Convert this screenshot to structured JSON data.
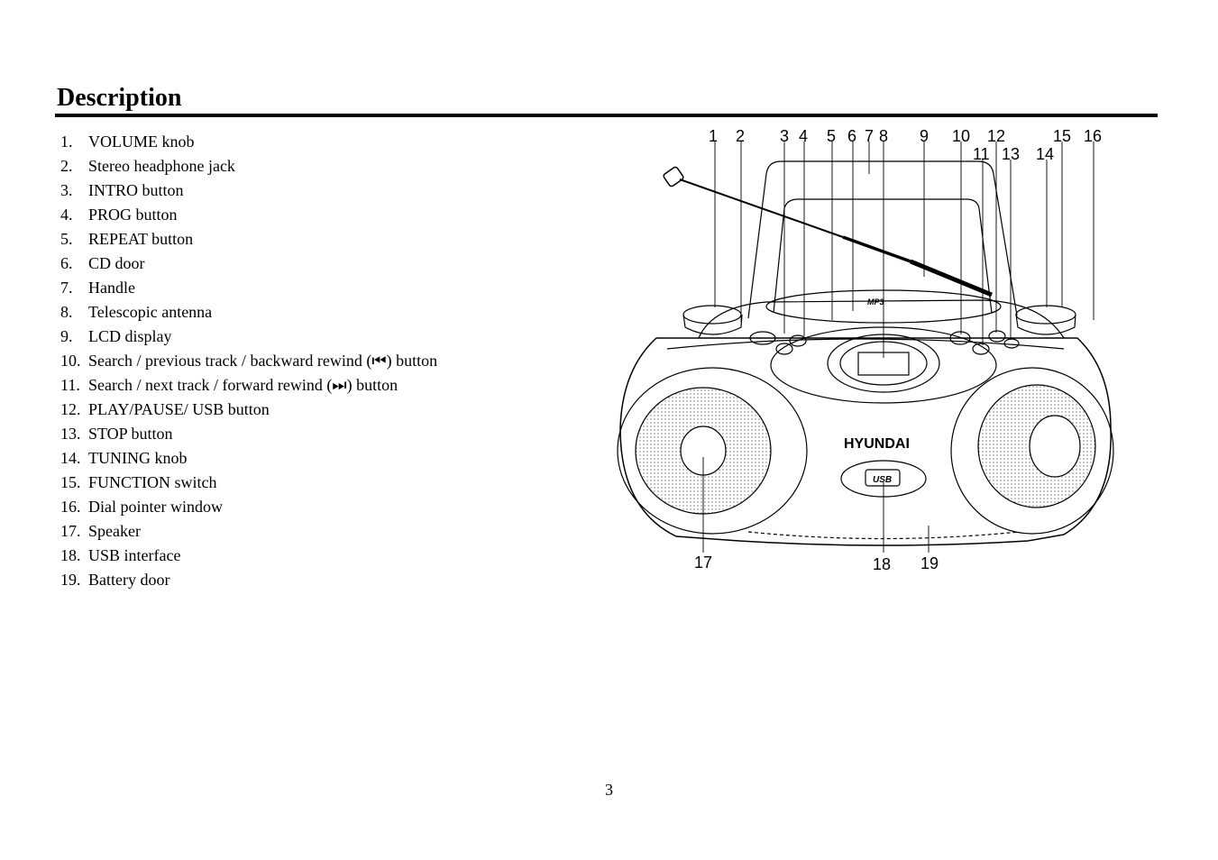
{
  "title": "Description",
  "parts": [
    {
      "num": "1.",
      "label": "VOLUME knob"
    },
    {
      "num": "2.",
      "label": "Stereo headphone jack"
    },
    {
      "num": "3.",
      "label": "INTRO button"
    },
    {
      "num": "4.",
      "label": "PROG button"
    },
    {
      "num": "5.",
      "label": "REPEAT button"
    },
    {
      "num": "6.",
      "label": "CD door"
    },
    {
      "num": "7.",
      "label": "Handle"
    },
    {
      "num": "8.",
      "label": "Telescopic antenna"
    },
    {
      "num": "9.",
      "label": "LCD display"
    },
    {
      "num": "10.",
      "label": "Search / previous track / backward rewind (⏮) button"
    },
    {
      "num": "11.",
      "label": "Search / next track / forward rewind (⏭) button"
    },
    {
      "num": "12.",
      "label": "PLAY/PAUSE/ USB button"
    },
    {
      "num": "13.",
      "label": "STOP button"
    },
    {
      "num": "14.",
      "label": "TUNING knob"
    },
    {
      "num": "15.",
      "label": "FUNCTION switch"
    },
    {
      "num": "16.",
      "label": "Dial pointer window"
    },
    {
      "num": "17.",
      "label": "Speaker"
    },
    {
      "num": "18.",
      "label": "USB interface"
    },
    {
      "num": "19.",
      "label": "Battery door"
    }
  ],
  "figure": {
    "brand": "HYUNDAI",
    "usb_label": "USB",
    "mp3_label": "MP3",
    "callouts": [
      "1",
      "2",
      "3",
      "4",
      "5",
      "6",
      "7",
      "8",
      "9",
      "10",
      "11",
      "12",
      "13",
      "14",
      "15",
      "16",
      "17",
      "18",
      "19"
    ]
  },
  "page_number": "3"
}
